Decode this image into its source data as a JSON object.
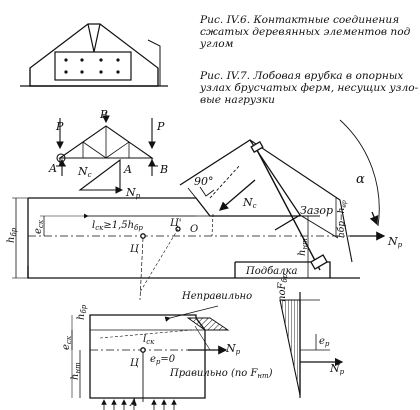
{
  "captions": {
    "fig6": [
      "Рис. IV.6. Контактные соединения",
      "сжатых деревянных элементов под",
      "углом"
    ],
    "fig7": [
      "Рис. IV.7. Лобовая врубка в опорных",
      "узлах брусчатых ферм, несущих узло-",
      "вые нагрузки"
    ]
  },
  "truss": {
    "P": "P",
    "A": "A",
    "B": "B",
    "Nc": "N",
    "Nc_sub": "c",
    "Np": "N",
    "Np_sub": "p"
  },
  "joint": {
    "angle": "90°",
    "gap": "Зазор",
    "alpha": "α",
    "Nc": "N",
    "Nc_sub": "c",
    "Np": "N",
    "Np_sub": "p",
    "hbr": "h",
    "hbr_sub": "бр",
    "esk": "e",
    "esk_sub": "ск",
    "hnt": "h",
    "hnt_sub": "нт",
    "lsk": "l",
    "lsk_sub": "ск",
    "lsk_rule": "≥1,5h",
    "lsk_rule_sub": "бр",
    "center": "Ц",
    "center2": "Ц'",
    "origin": "O",
    "hbr_half": "h",
    "hbr_half_rest": "бр−h",
    "hbr_half_sub": "вр",
    "pad": "Подбалка"
  },
  "section": {
    "wrong": "Неправильно",
    "right": "Правильно (по F",
    "right_sub": "нт",
    "right_end": ")",
    "hbr": "h",
    "hbr_sub": "бр",
    "esk": "e",
    "esk_sub": "ск",
    "hnt": "h",
    "hnt_sub": "нт",
    "lsk": "l",
    "lsk_sub": "ск",
    "center": "Ц",
    "ep0": "e",
    "ep0_sub": "p",
    "ep0_tail": "=0",
    "Np": "N",
    "Np_sub": "p",
    "A": "A"
  },
  "stress": {
    "nofbr": "noF",
    "nofbr_sub": "бр",
    "ep": "e",
    "ep_sub": "p",
    "Np": "N",
    "Np_sub": "p"
  }
}
